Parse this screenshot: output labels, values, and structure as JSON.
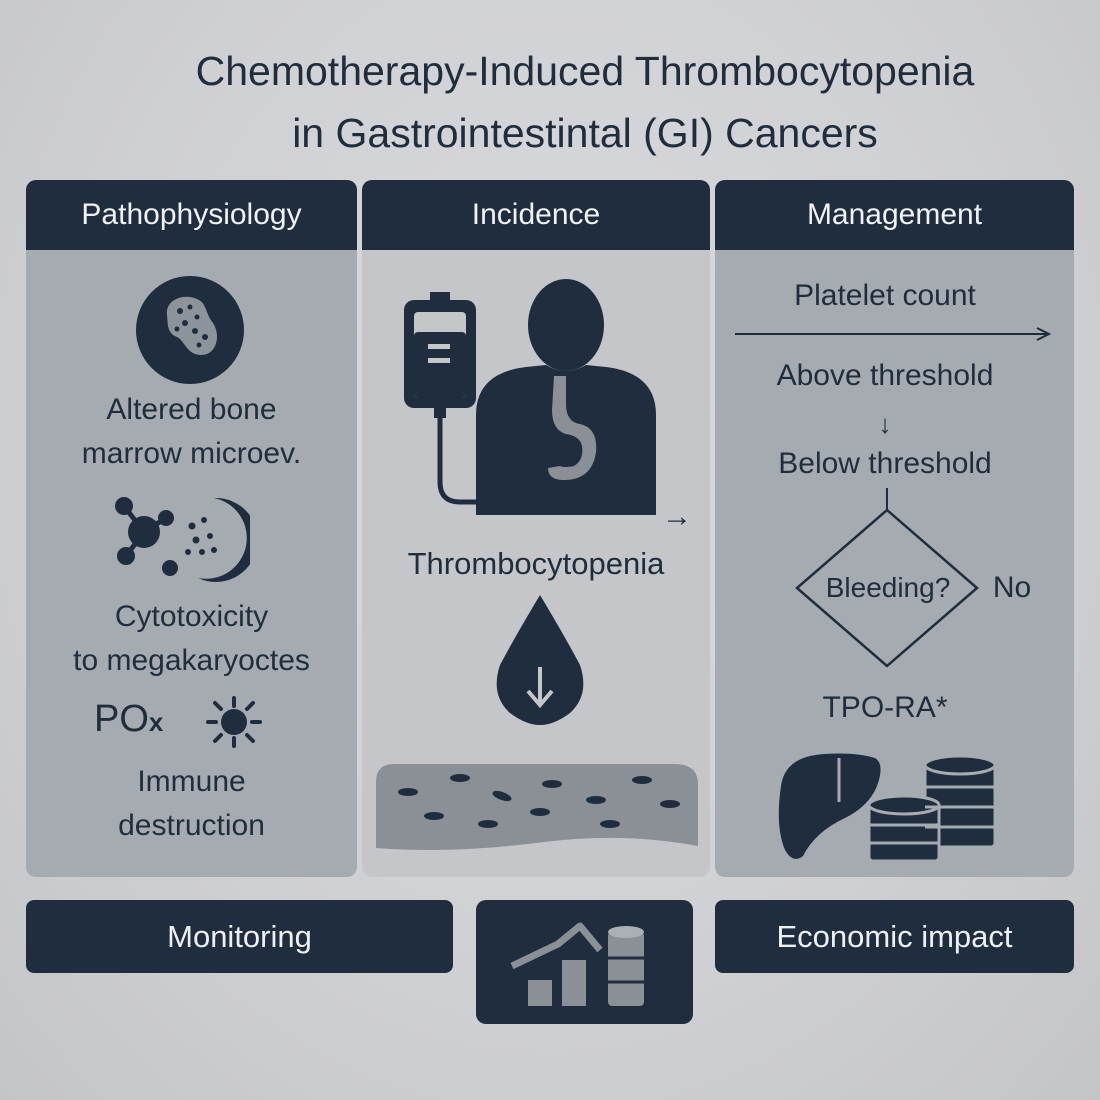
{
  "title": {
    "line1": "Chemotherapy-Induced Thrombocytopenia",
    "line2": "in Gastrointestintal (GI) Cancers"
  },
  "pathophysiology": {
    "heading": "Pathophysiology",
    "item1_line1": "Altered bone",
    "item1_line2": "marrow microev.",
    "item2_line1": "Cytotoxicity",
    "item2_line2": "to megakaryoctes",
    "po_label": "PO",
    "po_sub": "x",
    "item3_line1": "Immune",
    "item3_line2": "destruction"
  },
  "incidence": {
    "heading": "Incidence",
    "label": "Thrombocytopenia",
    "arrow": "→"
  },
  "management": {
    "heading": "Management",
    "platelet": "Platelet count",
    "above": "Above threshold",
    "down_arrow": "↓",
    "below": "Below threshold",
    "decision": "Bleeding?",
    "no": "No",
    "tpo": "TPO-RA*"
  },
  "footer": {
    "monitoring": "Monitoring",
    "economic": "Economic impact"
  },
  "colors": {
    "dark_navy": "#1f2d3f",
    "panel_gray": "#a6abb1",
    "mid_panel": "#c4c6ca",
    "icon_gray": "#8a9096"
  },
  "icons": [
    "bone-marrow-cell-icon",
    "cells-cluster-icon",
    "virus-icon",
    "iv-bag-icon",
    "patient-silhouette-icon",
    "stomach-icon",
    "blood-drop-icon",
    "intestine-tissue-icon",
    "liver-icon",
    "coin-stack-icon",
    "bar-chart-icon"
  ]
}
